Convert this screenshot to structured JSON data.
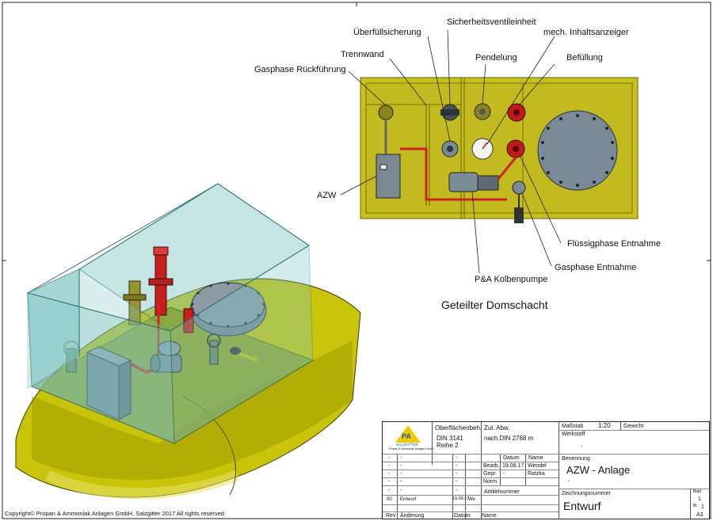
{
  "drawing_title": "Geteilter Domschacht",
  "labels": {
    "sicherheitsventileinheit": "Sicherheitsventileinheit",
    "ueberfuellsicherung": "Überfüllsicherung",
    "mech_inhaltsanzeiger": "mech. Inhaltsanzeiger",
    "trennwand": "Trennwand",
    "pendelung": "Pendelung",
    "befuellung": "Befüllung",
    "gasphase_rueckfuehrung": "Gasphase Rückführung",
    "azw": "AZW",
    "fluessigphase_entnahme": "Flüssigphase Entnahme",
    "gasphase_entnahme": "Gasphase Entnahme",
    "kolbenpumpe": "P&A Kolbenpumpe"
  },
  "title_block": {
    "logo_text": "PA",
    "logo_subtext": "SALZGITTER",
    "company_small": "Propan & Ammoniak Anlagen GmbH",
    "surface_label": "Oberflächenbeh.",
    "surface_value_1": "DIN 3141",
    "surface_value_2": "Reihe 2",
    "tolerance_label": "Zul. Abw.",
    "tolerance_value": "nach DIN 2768 m",
    "scale_label": "Maßstab",
    "scale_value": "1:20",
    "weight_label": "Gewicht",
    "material_label": "Werkstoff",
    "material_value": "-",
    "col_date": "Datum",
    "col_name": "Name",
    "row_drawn": "Bearb.",
    "drawn_date": "19.06.17",
    "drawn_name": "Wendel",
    "row_checked": "Gepr.",
    "checked_date": "-",
    "checked_name": "Ratzka",
    "row_norm": "Norm",
    "name_label": "Benennung",
    "name_value": "AZW - Anlage",
    "name_sub": "-",
    "article_label": "Artikelnummer",
    "drawing_no_label": "Zeichnungsnummer",
    "drawing_no_value": "Entwurf",
    "rev_index": "00",
    "rev_text": "Entwurf",
    "rev_date": "19.06.17",
    "rev_name": "We",
    "rev_label": "Rev",
    "change_label": "Änderung",
    "date_label": "Datum",
    "name_label_short": "Name",
    "sheet_label": "Blatt",
    "sheet_value": "1",
    "sheets_label": "Bl.",
    "sheets_value": "1",
    "format_value": "A3",
    "dash": "-"
  },
  "copyright": "Copyright© Propan & Ammoniak Anlagen GmbH, Salzgitter 2017 All rights reserved",
  "colors": {
    "plate": "#c8c020",
    "plate_edge": "#6a6400",
    "tank": "#c9c40a",
    "glass": "#7fc4c4",
    "pipe_red": "#d02020",
    "manhole": "#7a8a96"
  }
}
